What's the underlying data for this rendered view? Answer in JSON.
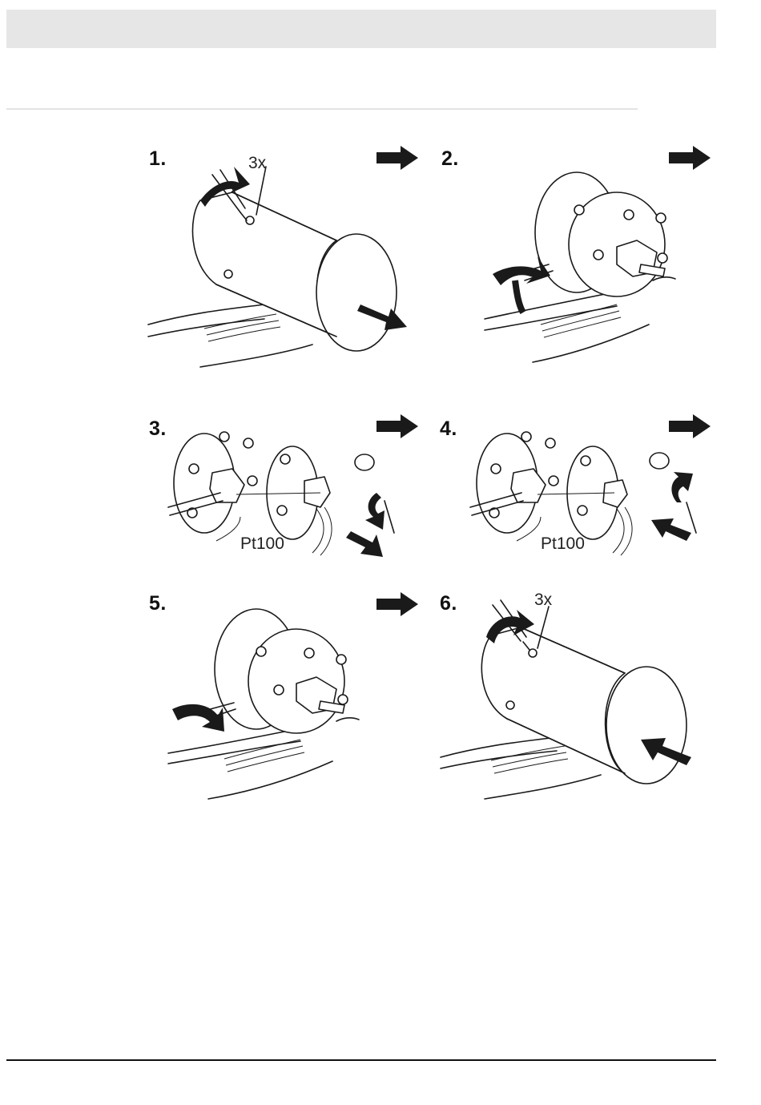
{
  "steps": [
    {
      "number": "1.",
      "note": "3x"
    },
    {
      "number": "2."
    },
    {
      "number": "3.",
      "note": "Pt100"
    },
    {
      "number": "4.",
      "note": "Pt100"
    },
    {
      "number": "5."
    },
    {
      "number": "6.",
      "note": "3x"
    }
  ],
  "icons": {
    "next": "arrow-right-icon",
    "rotate_ccw": "rotate-counterclockwise-icon",
    "rotate_cw": "rotate-clockwise-icon",
    "pull": "pull-out-arrow-icon",
    "push": "push-in-arrow-icon"
  }
}
